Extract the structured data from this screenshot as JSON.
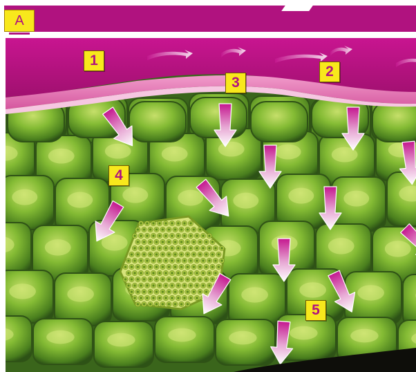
{
  "panel": {
    "letter": "A"
  },
  "labels": [
    "1",
    "2",
    "3",
    "4",
    "5"
  ],
  "colors": {
    "cuticle_magenta": "#b0127f",
    "epidermis_pink": "#e27ab6",
    "cell_green": "#79b32e",
    "cell_green_light": "#bcd85b",
    "cell_shadow": "#2f5216",
    "label_yellow": "#f8e81c",
    "arrow_magenta": "#c4178f"
  }
}
